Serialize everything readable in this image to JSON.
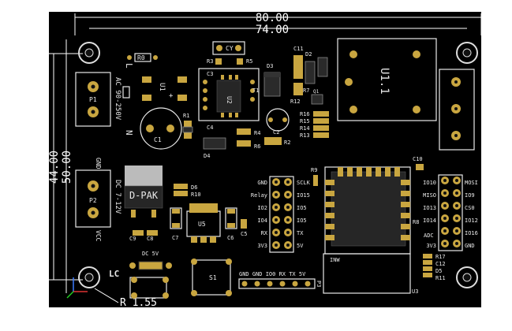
{
  "board": {
    "dimension_labels": {
      "width_outer": "80.00",
      "width_inner": "74.00",
      "height_outer": "50.00",
      "height_inner": "44.00",
      "radius": "R 1.55"
    },
    "connectors": {
      "p1": "P1",
      "p1_rating": "AC 90-250V",
      "p1_L": "L",
      "p1_N": "N",
      "p2": "P2",
      "p2_rating": "DC 7-12V",
      "p2_gnd": "GND",
      "p2_vcc": "VCC",
      "p3": "P3",
      "p3_pins": "GND GND IO0 RX  TX  5V"
    },
    "components": {
      "relay": "U1.1",
      "dpak": "D-PAK",
      "u5": "U5",
      "u2": "U2",
      "u3": "U3",
      "u1": "U1",
      "s1": "S1",
      "lc": "LC",
      "dc5v": "DC 5V",
      "cy": "CY",
      "r0": "R0",
      "c1": "C1",
      "c2": "C2",
      "c3": "C3",
      "c4": "C4",
      "c5": "C5",
      "c6": "C6",
      "c7": "C7",
      "c8a": "C8",
      "c8b": "C8",
      "c9": "C9",
      "c10": "C10",
      "c11": "C11",
      "c12": "C12",
      "d2": "D2",
      "d3": "D3",
      "d4": "D4",
      "d5": "D5",
      "d6": "D6",
      "r1": "R1",
      "r2": "R2",
      "r3": "R3",
      "r4": "R4",
      "r5": "R5",
      "r6": "R6",
      "r7": "R7",
      "r8": "R8",
      "r9": "R9",
      "r10": "R10",
      "r11": "R11",
      "r12": "R12",
      "r13": "R13",
      "r14": "R14",
      "r15": "R15",
      "r16": "R16",
      "r17": "R17",
      "t1": "T1",
      "q1": "Q1",
      "inw": "INW",
      "adc": "ADC"
    },
    "header_left_labels": [
      "GND",
      "Relay",
      "IO2",
      "IO4",
      "RX",
      "3V3"
    ],
    "header_mid_labels": [
      "SCLK",
      "IO15",
      "IO5",
      "IO5",
      "TX",
      "5V"
    ],
    "header_right_left_labels": [
      "IO10",
      "MISO",
      "IO13",
      "IO14",
      "ADC",
      "3V3"
    ],
    "header_right_right_labels": [
      "MOSI",
      "IO9",
      "CS0",
      "IO12",
      "IO16",
      "GND"
    ]
  },
  "colors": {
    "board": "#000000",
    "silkscreen": "#e8e8e8",
    "pad": "#c9a640",
    "dimension": "#ffffff"
  }
}
